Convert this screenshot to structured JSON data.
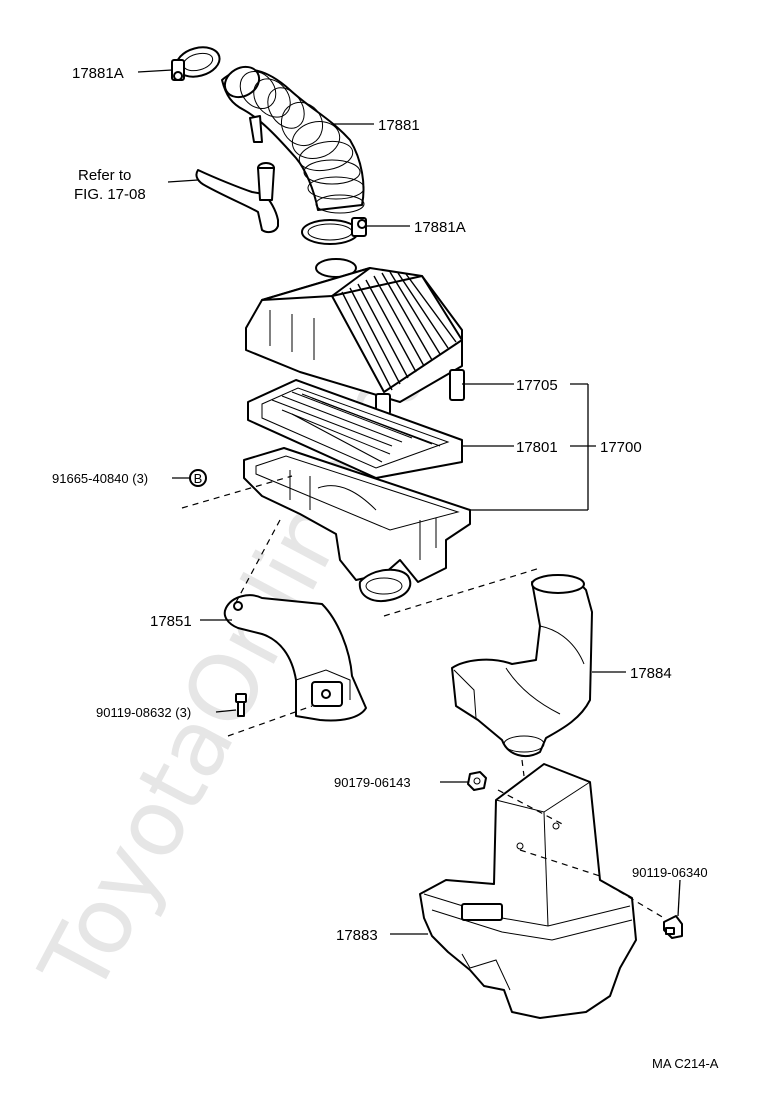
{
  "watermark": "ToyotaOnline.ru",
  "diagram_code": "MA C214-A",
  "refer_note": {
    "line1": "Refer to",
    "line2": "FIG. 17-08"
  },
  "labels": {
    "clamp_top": "17881A",
    "hose": "17881",
    "clamp_bottom": "17881A",
    "cap": "17705",
    "element": "17801",
    "assembly": "17700",
    "bolt_b": "91665-40840 (3)",
    "bolt_b_marker": "B",
    "bracket": "17851",
    "bolt_bracket": "90119-08632 (3)",
    "intake_duct": "17884",
    "nut": "90179-06143",
    "bolt_resonator": "90119-06340",
    "resonator": "17883"
  }
}
